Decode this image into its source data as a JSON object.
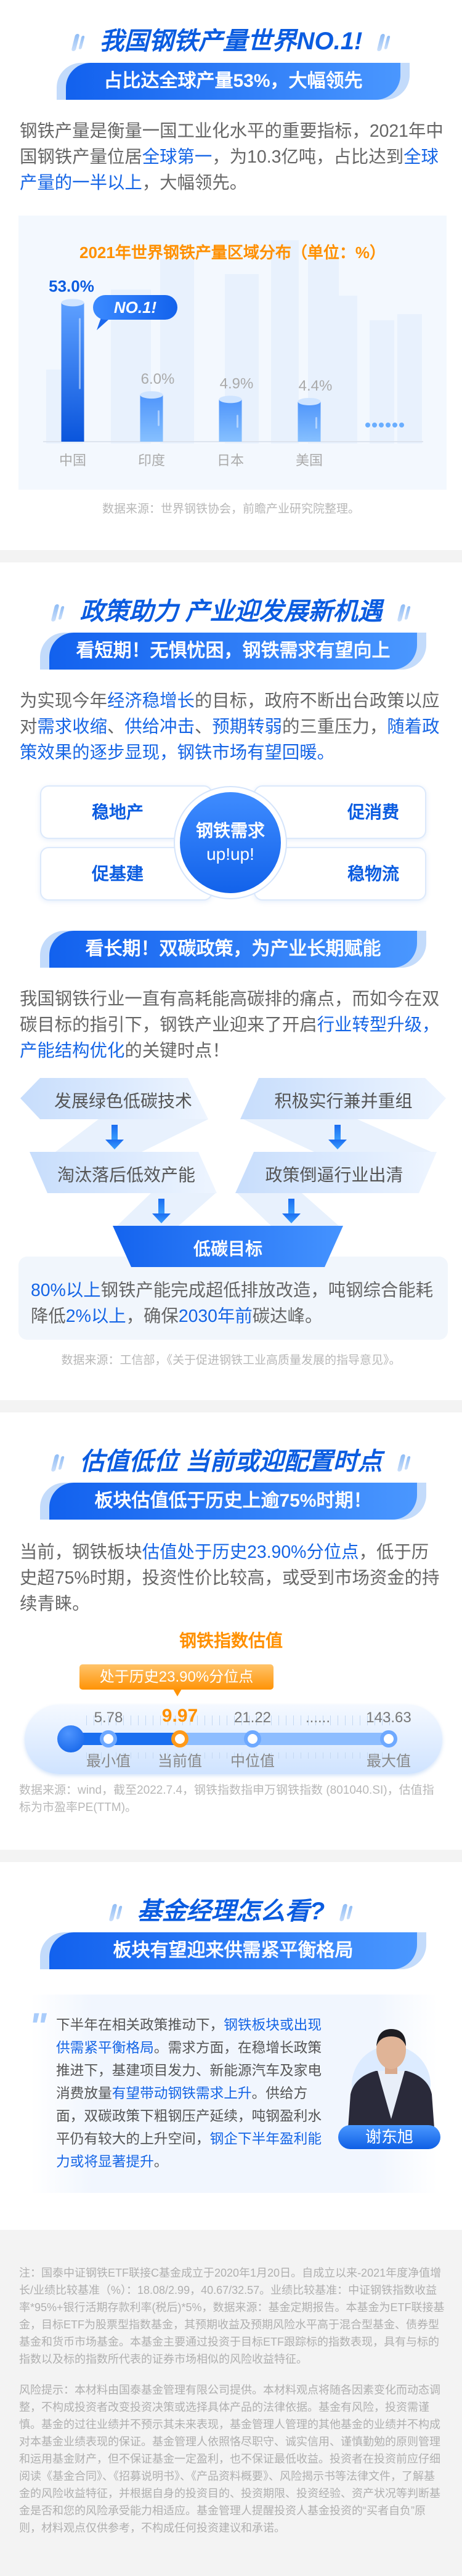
{
  "section1": {
    "title": "我国钢铁产量世界NO.1!",
    "banner": "占比达全球产量53%，大幅领先",
    "paragraph": [
      {
        "text": "钢铁产量是衡量一国工业化水平的重要指标，2021年中国钢铁产量位居",
        "highlight": false
      },
      {
        "text": "全球第一",
        "highlight": true
      },
      {
        "text": "，为10.3亿吨，占比达到",
        "highlight": false
      },
      {
        "text": "全球产量的一半以上",
        "highlight": true
      },
      {
        "text": "，大幅领先。",
        "highlight": false
      }
    ],
    "source": "数据来源：世界钢铁协会，前瞻产业研究院整理。",
    "badge": "NO.1!"
  },
  "chart_data": {
    "type": "bar",
    "title": "2021年世界钢铁产量区域分布（单位：%）",
    "categories": [
      "中国",
      "印度",
      "日本",
      "美国"
    ],
    "values": [
      53.0,
      6.0,
      4.9,
      4.4
    ],
    "value_labels": [
      "53.0%",
      "6.0%",
      "4.9%",
      "4.4%"
    ],
    "xlabel": "",
    "ylabel": "",
    "more_indicator": "......",
    "colors": {
      "highlight": "#0b5ce0",
      "normal": "#6aaeff"
    }
  },
  "section2": {
    "title": "政策助力 产业迎发展新机遇",
    "banner1": "看短期！无惧忧困，钢铁需求有望向上",
    "paragraph1": [
      {
        "text": "为实现今年",
        "highlight": false
      },
      {
        "text": "经济稳增长",
        "highlight": true
      },
      {
        "text": "的目标，政府不断出台政策以应对",
        "highlight": false
      },
      {
        "text": "需求收缩",
        "highlight": true
      },
      {
        "text": "、",
        "highlight": false
      },
      {
        "text": "供给冲击",
        "highlight": true
      },
      {
        "text": "、",
        "highlight": false
      },
      {
        "text": "预期转弱",
        "highlight": true
      },
      {
        "text": "的三重压力，",
        "highlight": false
      },
      {
        "text": "随着政策效果的逐步显现，钢铁市场有望回暖",
        "highlight": true
      },
      {
        "text": "。",
        "highlight": false
      }
    ],
    "grid": {
      "center_line1": "钢铁需求",
      "center_line2": "up!up!",
      "items": [
        "稳地产",
        "促消费",
        "促基建",
        "稳物流"
      ]
    },
    "banner2": "看长期！双碳政策，为产业长期赋能",
    "paragraph2": [
      {
        "text": "我国钢铁行业一直有高耗能高碳排的痛点，而如今在双碳目标的指引下，钢铁产业迎来了开启",
        "highlight": false
      },
      {
        "text": "行业转型升级，产能结构优化",
        "highlight": true
      },
      {
        "text": "的关键时点！",
        "highlight": false
      }
    ],
    "flow": {
      "top_left": "发展绿色低碳技术",
      "top_right": "积极实行兼并重组",
      "mid_left": "淘汰落后低效产能",
      "mid_right": "政策倒逼行业出清",
      "target": "低碳目标"
    },
    "panel": [
      {
        "text": "80%以上",
        "highlight": true
      },
      {
        "text": "钢铁产能完成超低排放改造，吨钢综合能耗降低",
        "highlight": false
      },
      {
        "text": "2%以上",
        "highlight": true
      },
      {
        "text": "，确保",
        "highlight": false
      },
      {
        "text": "2030年前",
        "highlight": true
      },
      {
        "text": "碳达峰。",
        "highlight": false
      }
    ],
    "source": "数据来源：工信部，《关于促进钢铁工业高质量发展的指导意见》。"
  },
  "section3": {
    "title": "估值低位 当前或迎配置时点",
    "banner": "板块估值低于历史上逾75%时期！",
    "paragraph": [
      {
        "text": "当前，钢铁板块",
        "highlight": false
      },
      {
        "text": "估值处于历史23.90%分位点",
        "highlight": true
      },
      {
        "text": "，低于历史超75%时期，投资性价比较高，或受到市场资金的持续青睐。",
        "highlight": false
      }
    ],
    "gauge": {
      "title": "钢铁指数估值",
      "tooltip": "处于历史23.90%分位点",
      "percentile": 23.9,
      "points": [
        {
          "value": "5.78",
          "label": "最小值"
        },
        {
          "value": "9.97",
          "label": "当前值"
        },
        {
          "value": "21.22",
          "label": "中位值"
        },
        {
          "value": "......",
          "label": ""
        },
        {
          "value": "143.63",
          "label": "最大值"
        }
      ]
    },
    "source": "数据来源：wind，截至2022.7.4，钢铁指数指申万钢铁指数 (801040.SI)，估值指标为市盈率PE(TTM)。"
  },
  "section4": {
    "title": "基金经理怎么看?",
    "banner": "板块有望迎来供需紧平衡格局",
    "quote": [
      {
        "text": "下半年在相关政策推动下，",
        "highlight": false
      },
      {
        "text": "钢铁板块或出现供需紧平衡格局",
        "highlight": true
      },
      {
        "text": "。需求方面，在稳增长政策推进下，基建项目发力、新能源汽车及家电消费放量",
        "highlight": false
      },
      {
        "text": "有望带动钢铁需求上升",
        "highlight": true
      },
      {
        "text": "。供给方面，双碳政策下粗钢压产延续，吨钢盈利水平仍有较大的上升空间，",
        "highlight": false
      },
      {
        "text": "钢企下半年盈利能力或将显著提升",
        "highlight": true
      },
      {
        "text": "。",
        "highlight": false
      }
    ],
    "manager_name": "谢东旭"
  },
  "footer": {
    "note": "注：国泰中证钢铁ETF联接C基金成立于2020年1月20日。自成立以来-2021年度净值增长/业绩比较基准（%）：18.08/2.99，40.67/32.57。业绩比较基准：中证钢铁指数收益率*95%+银行活期存款利率(税后)*5%，数据来源：基金定期报告。本基金为ETF联接基金，目标ETF为股票型指数基金，其预期收益及预期风险水平高于混合型基金、债券型基金和货币市场基金。本基金主要通过投资于目标ETF跟踪标的指数表现，具有与标的指数以及标的指数所代表的证券市场相似的风险收益特征。",
    "risk": "风险提示：本材料由国泰基金管理有限公司提供。本材料观点将随各因素变化而动态调整，不构成投资者改变投资决策或选择具体产品的法律依据。基金有风险，投资需谨慎。基金的过往业绩并不预示其未来表现，基金管理人管理的其他基金的业绩并不构成对本基金业绩表现的保证。基金管理人依照恪尽职守、诚实信用、谨慎勤勉的原则管理和运用基金财产，但不保证基金一定盈利，也不保证最低收益。投资者在投资前应仔细阅读《基金合同》、《招募说明书》、《产品资料概要》、风险揭示书等法律文件，了解基金的风险收益特征，并根据自身的投资目的、投资期限、投资经验、资产状况等判断基金是否和您的风险承受能力相适应。基金管理人提醒投资人基金投资的“买者自负”原则，材料观点仅供参考，不构成任何投资建议和承诺。"
  }
}
